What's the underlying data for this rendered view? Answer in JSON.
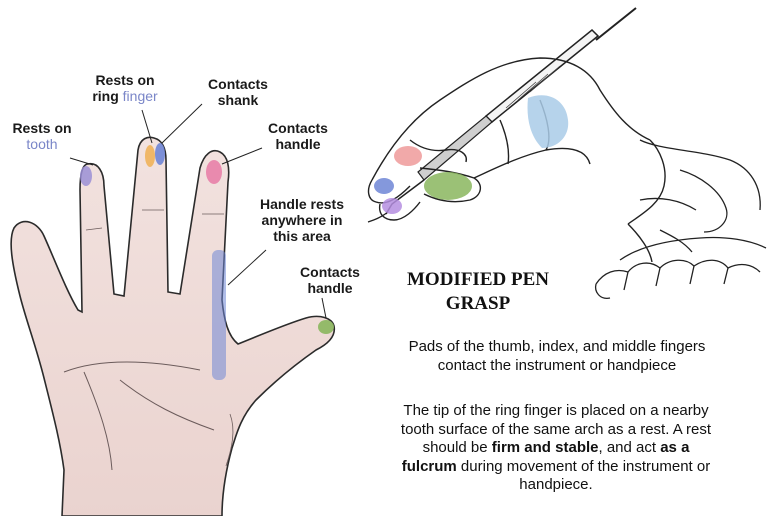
{
  "labels": {
    "rests_on_tooth_1": "Rests on",
    "rests_on_tooth_2": "tooth",
    "rests_on_ring_1": "Rests on",
    "rests_on_ring_2a": "ring",
    "rests_on_ring_2b": "finger",
    "contacts_shank_1": "Contacts",
    "contacts_shank_2": "shank",
    "contacts_handle_top_1": "Contacts",
    "contacts_handle_top_2": "handle",
    "handle_rests_1": "Handle rests",
    "handle_rests_2": "anywhere in",
    "handle_rests_3": "this area",
    "contacts_handle_thumb_1": "Contacts",
    "contacts_handle_thumb_2": "handle"
  },
  "title": {
    "line1": "MODIFIED PEN",
    "line2": "GRASP"
  },
  "paragraph1": {
    "line1": "Pads of the thumb, index, and middle fingers",
    "line2": "contact the instrument or handpiece"
  },
  "paragraph2": {
    "line1": "The tip of the ring finger is placed on a nearby",
    "line2": "tooth surface of the same arch as a rest. A rest",
    "line3_pre": "should be ",
    "line3_bold": "firm and stable",
    "line3_mid": ", and act ",
    "line3_bold2": "as a",
    "line4_bold": "fulcrum",
    "line4_post": " during movement of the instrument or",
    "line5": "handpiece."
  },
  "colors": {
    "skin": "#efdcd9",
    "purple": "#9b8fd6",
    "orange": "#f0b35a",
    "blue": "#6f86d6",
    "pink": "#e87aa6",
    "green": "#8ab65e",
    "light_blue": "#a9cbe8",
    "red_pad": "#ef9a9a",
    "light_purple": "#b58ee0"
  }
}
